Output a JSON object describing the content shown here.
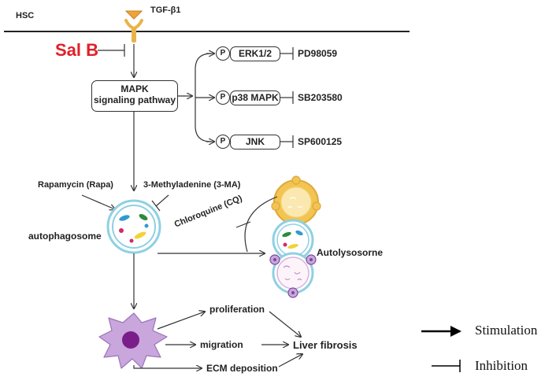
{
  "cell_label": "HSC",
  "receptor_label": "TGF-β1",
  "inhibitor_salb": "Sal B",
  "mapk_box": {
    "line1": "MAPK",
    "line2": "signaling pathway"
  },
  "p_symbol": "P",
  "kinases": [
    {
      "name": "ERK1/2",
      "inhibitor": "PD98059"
    },
    {
      "name": "p38 MAPK",
      "inhibitor": "SB203580"
    },
    {
      "name": "JNK",
      "inhibitor": "SP600125"
    }
  ],
  "rapamycin": "Rapamycin (Rapa)",
  "methyladenine": "3-Methyladenine (3-MA)",
  "chloroquine": "Chloroquine (CQ)",
  "autophagosome": "autophagosome",
  "autolysosome": "Autolysosorne",
  "outcomes": {
    "proliferation": "proliferation",
    "migration": "migration",
    "ecm": "ECM deposition"
  },
  "liver_fibrosis": "Liver fibrosis",
  "legend": {
    "stimulation": "Stimulation",
    "inhibition": "Inhibition"
  },
  "colors": {
    "salb": "#e0202a",
    "receptor": "#e8b34a",
    "lysosome": "#f2c451",
    "membrane": "#8fd0e3",
    "cell": "#c9a6dc",
    "nucleus": "#7a1f8a"
  }
}
